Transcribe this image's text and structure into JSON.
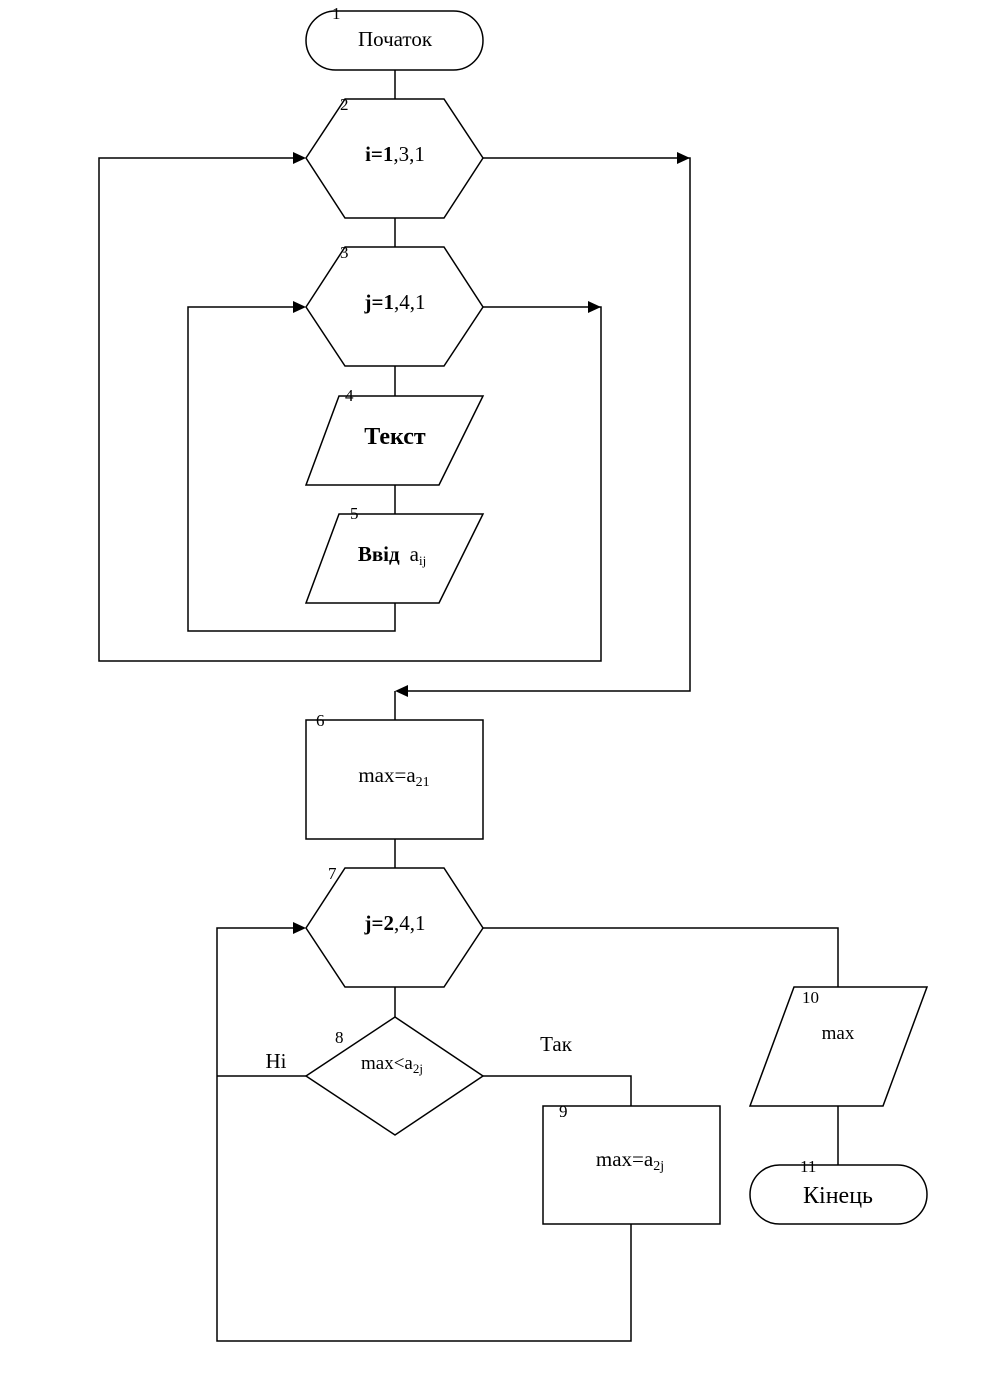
{
  "blocks": {
    "b1": {
      "number": "1",
      "text": "Початок"
    },
    "b2": {
      "number": "2",
      "bold": "i=1",
      "rest": ",3,1"
    },
    "b3": {
      "number": "3",
      "bold": "j=1",
      "rest": ",4,1"
    },
    "b4": {
      "number": "4",
      "text": "Текст"
    },
    "b5": {
      "number": "5",
      "text": "Ввід",
      "var": "a",
      "sub": "ij"
    },
    "b6": {
      "number": "6",
      "text": "max=a",
      "sub": "21"
    },
    "b7": {
      "number": "7",
      "bold": "j=2",
      "rest": ",4,1"
    },
    "b8": {
      "number": "8",
      "text": "max<a",
      "sub": "2j"
    },
    "b9": {
      "number": "9",
      "text": "max=a",
      "sub": "2j"
    },
    "b10": {
      "number": "10",
      "text": "max"
    },
    "b11": {
      "number": "11",
      "text": "Кінець"
    }
  },
  "branches": {
    "yes": "Так",
    "no": "Ні"
  }
}
